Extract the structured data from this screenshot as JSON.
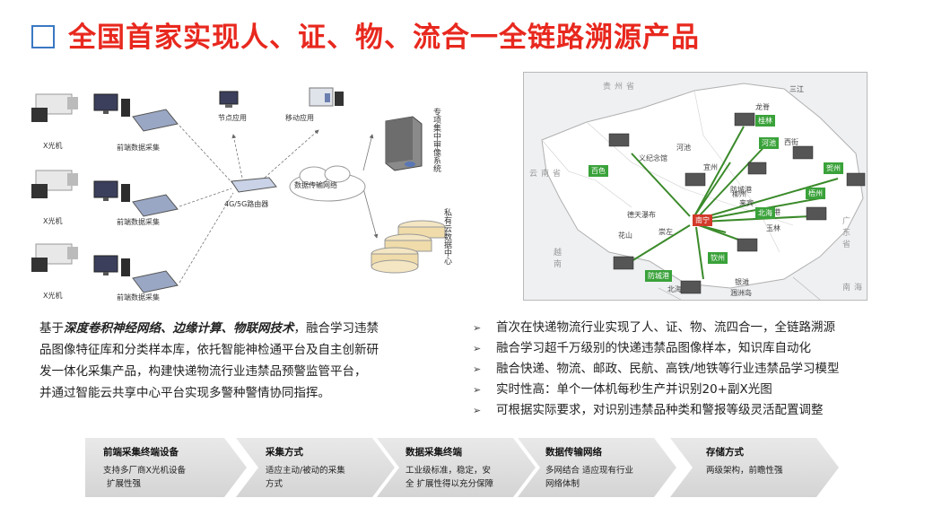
{
  "header": {
    "title": "全国首家实现人、证、物、流合一全链路溯源产品"
  },
  "diagram": {
    "xray_label": "X光机",
    "collector_label": "前端数据采集",
    "node_app_label": "节点应用",
    "mobile_app_label": "移动应用",
    "router_label": "4G/5G路由器",
    "cloud_label": "数据传输网络",
    "server_label": "专项集中审像系统",
    "private_cloud_label": "私有云数据中心"
  },
  "map": {
    "regions": [
      "贵州省",
      "云南省",
      "越南",
      "广东省",
      "南海"
    ],
    "places": [
      "义纪念馆",
      "河池",
      "柳州",
      "龙脊",
      "三江",
      "西街",
      "宜州",
      "德天瀑布",
      "花山",
      "崇左",
      "玉林",
      "涠洲岛",
      "银滩",
      "北海",
      "防城港",
      "来宾",
      "贵港"
    ],
    "cities_green": [
      "百色",
      "桂林",
      "贺州",
      "河池",
      "梧州",
      "钦州",
      "防城港",
      "北海"
    ],
    "capital": "南宁"
  },
  "left_text": {
    "prefix": "基于",
    "emphasis": "深度卷积神经网络、边缘计算、物联网技术",
    "line1_suffix": "，融合学习违禁",
    "line2": "品图像特征库和分类样本库，依托智能神检通平台及自主创新研",
    "line3": "发一体化采集产品，构建快递物流行业违禁品预警监管平台，",
    "line4": "并通过智能云共享中心平台实现多警种警情协同指挥。"
  },
  "bullets": [
    "首次在快递物流行业实现了人、证、物、流四合一，全链路溯源",
    "融合学习超千万级别的快递违禁品图像样本，知识库自动化",
    "融合快递、物流、邮政、民航、高铁/地铁等行业违禁品学习模型",
    "实时性高：单个一体机每秒生产并识别20+副X光图",
    "可根据实际要求，对识别违禁品种类和警报等级灵活配置调整"
  ],
  "steps": [
    {
      "title": "前端采集终端设备",
      "desc1": "支持多厂商X光机设备",
      "desc2": "扩展性强"
    },
    {
      "title": "采集方式",
      "desc1": "适应主动/被动的采集",
      "desc2": "方式"
    },
    {
      "title": "数据采集终端",
      "desc1": "工业级标准，稳定，安",
      "desc2": "全 扩展性得以充分保障"
    },
    {
      "title": "数据传输网络",
      "desc1": "多网结合 适应现有行业",
      "desc2": "网络体制"
    },
    {
      "title": "存储方式",
      "desc1": "两级架构，前瞻性强",
      "desc2": ""
    }
  ],
  "colors": {
    "title_red": "#e8281e",
    "accent_blue": "#3a78c3",
    "arrow_green": "#3a8a2a",
    "step_gray": "#d9d9d9"
  }
}
